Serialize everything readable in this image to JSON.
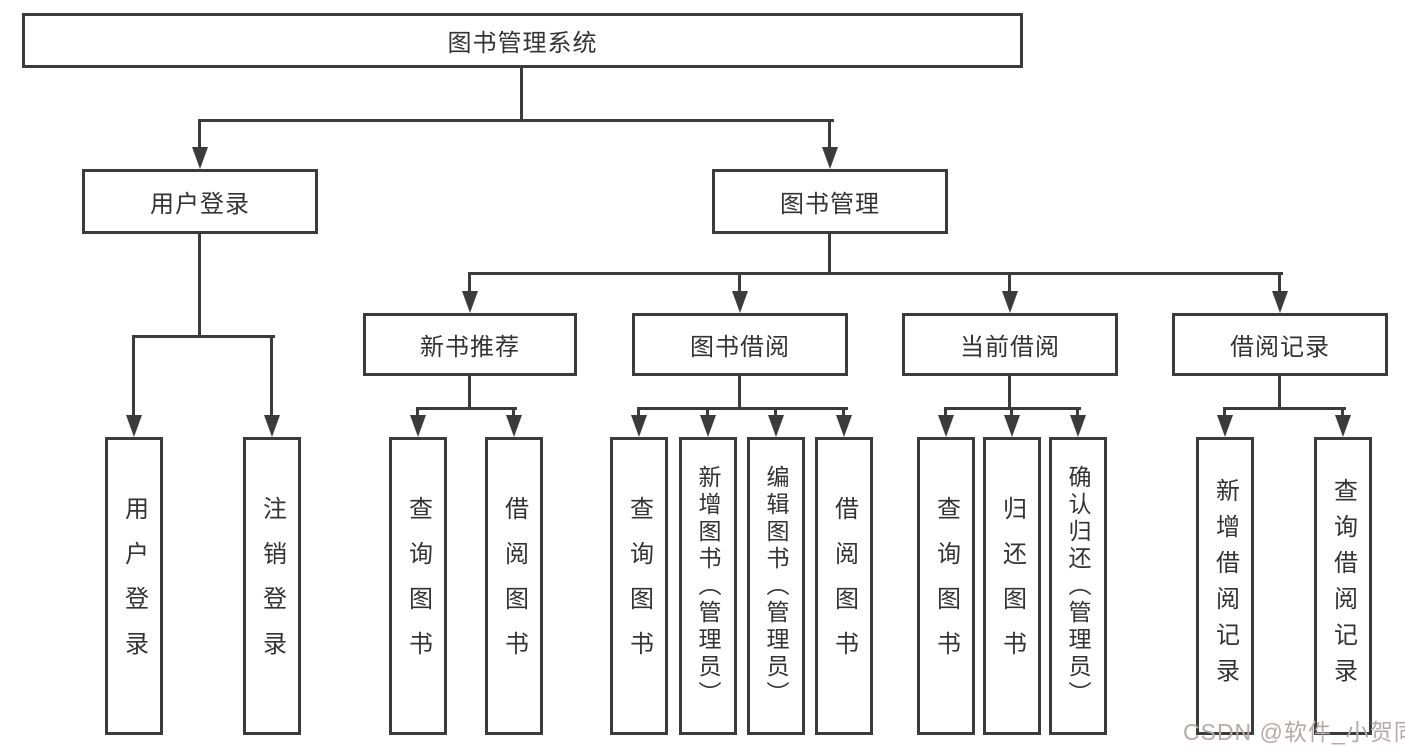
{
  "page": {
    "background": "#ffffff",
    "watermark": "CSDN @软件_小贺同学"
  },
  "colors": {
    "line": "#3b3b3b",
    "text": "#333333",
    "watermark": "#b6a9a9"
  },
  "nodes": {
    "root": "图书管理系统",
    "level2": {
      "user_login": "用户登录",
      "book_mgmt": "图书管理"
    },
    "level3": {
      "new_book_rec": "新书推荐",
      "book_borrow": "图书借阅",
      "current_borrow": "当前借阅",
      "borrow_records": "借阅记录"
    },
    "leaves": {
      "user": [
        "用户登录",
        "注销登录"
      ],
      "new_book_rec": [
        "查询图书",
        "借阅图书"
      ],
      "book_borrow": [
        "查询图书",
        "新增图书（管理员）",
        "编辑图书（管理员）",
        "借阅图书"
      ],
      "current_borrow": [
        "查询图书",
        "归还图书",
        "确认归还（管理员）"
      ],
      "borrow_records": [
        "新增借阅记录",
        "查询借阅记录"
      ]
    }
  }
}
